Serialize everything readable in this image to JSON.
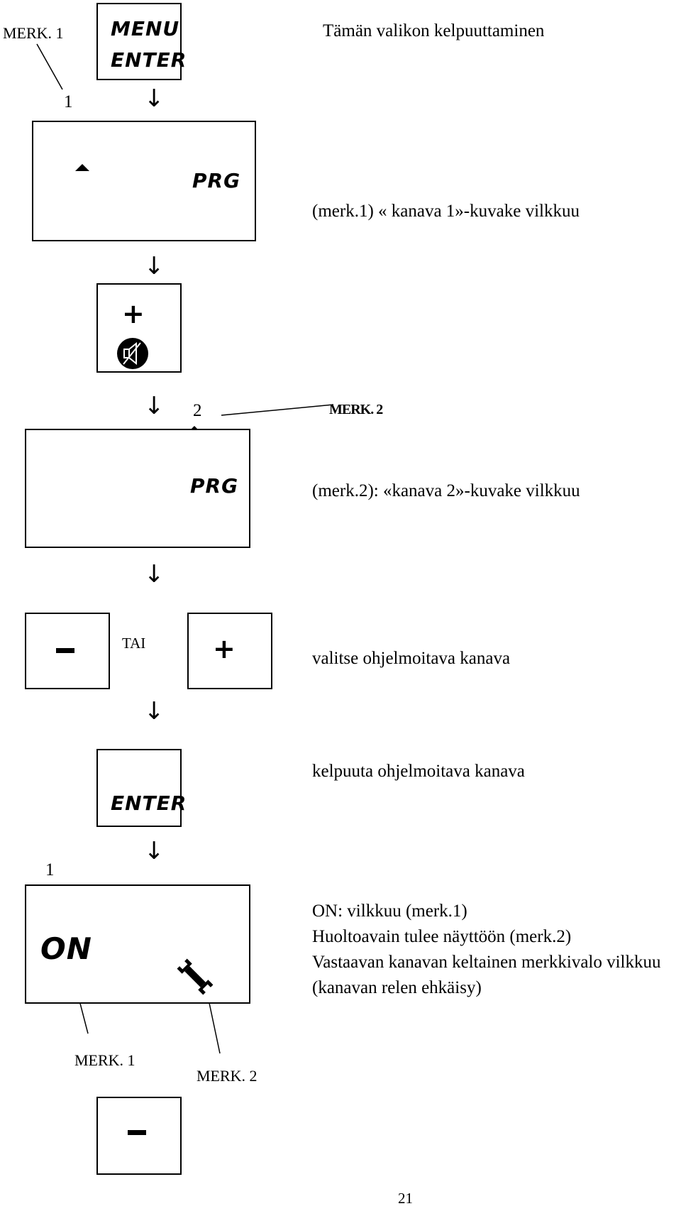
{
  "labels": {
    "merk1_top": "MERK. 1",
    "num1_top": "1",
    "num2": "2",
    "merk2_mid": "MERK. 2",
    "num1_bottom": "1",
    "merk1_bottom": "MERK. 1",
    "merk2_bottom": "MERK. 2"
  },
  "keys": {
    "menu": "MENU",
    "enter": "ENTER",
    "plus": "+",
    "minus": "–",
    "tai": "TAI"
  },
  "displays": {
    "prg1": "PRG",
    "prg2": "PRG",
    "on": "ON"
  },
  "descriptions": {
    "title": "Tämän valikon kelpuuttaminen",
    "channel1": "(merk.1) « kanava 1»-kuvake vilkkuu",
    "channel2": "(merk.2): «kanava 2»-kuvake vilkkuu",
    "select": "valitse ohjelmoitava kanava",
    "enable": "kelpuuta ohjelmoitava kanava",
    "on_line1": "ON: vilkkuu (merk.1)",
    "on_line2": "Huoltoavain tulee näyttöön (merk.2)",
    "on_line3": "Vastaavan kanavan keltainen merkkivalo vilkkuu",
    "on_line4": "(kanavan relen ehkäisy)"
  },
  "arrow_glyph": "↓",
  "page_number": "21",
  "icons": [
    "up-triangle-icon",
    "mute-icon",
    "wrench-icon",
    "down-arrow-icon"
  ]
}
